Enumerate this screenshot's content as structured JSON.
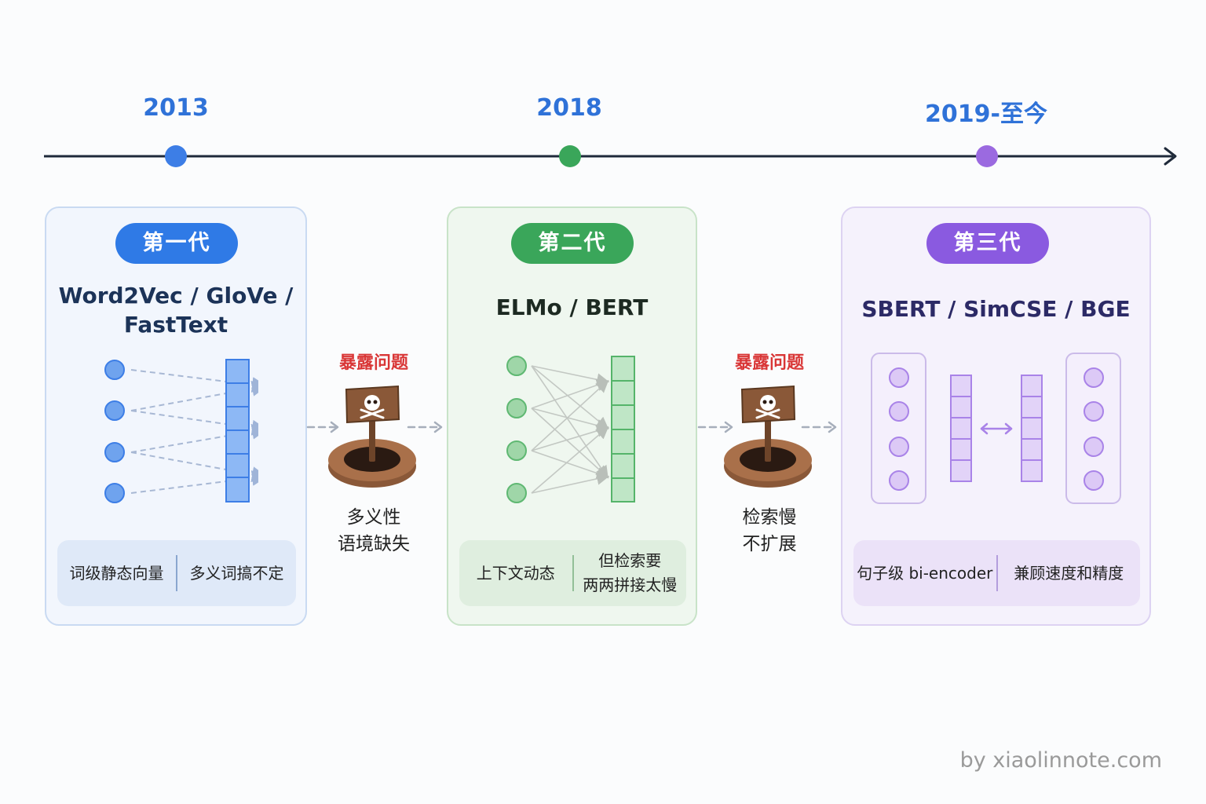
{
  "timeline": {
    "years": [
      "2013",
      "2018",
      "2019-至今"
    ],
    "colors": [
      "#3d7ee6",
      "#3aa65a",
      "#9b6ae0"
    ]
  },
  "generations": [
    {
      "badge": "第一代",
      "title_line1": "Word2Vec / GloVe /",
      "title_line2": "FastText",
      "foot_left": "词级静态向量",
      "foot_right": "多义词搞不定",
      "accent": "#2f7ae6"
    },
    {
      "badge": "第二代",
      "title_line1": "ELMo / BERT",
      "foot_left": "上下文动态",
      "foot_right_line1": "但检索要",
      "foot_right_line2": "两两拼接太慢",
      "accent": "#3aa65a"
    },
    {
      "badge": "第三代",
      "title_line1": "SBERT / SimCSE / BGE",
      "foot_left": "句子级 bi-encoder",
      "foot_right": "兼顾速度和精度",
      "accent": "#8a5ae0"
    }
  ],
  "problems": [
    {
      "label": "暴露问题",
      "line1": "多义性",
      "line2": "语境缺失",
      "icon": "skull-sign-pit-icon"
    },
    {
      "label": "暴露问题",
      "line1": "检索慢",
      "line2": "不扩展",
      "icon": "skull-sign-pit-icon"
    }
  ],
  "credit": "by xiaolinnote.com"
}
